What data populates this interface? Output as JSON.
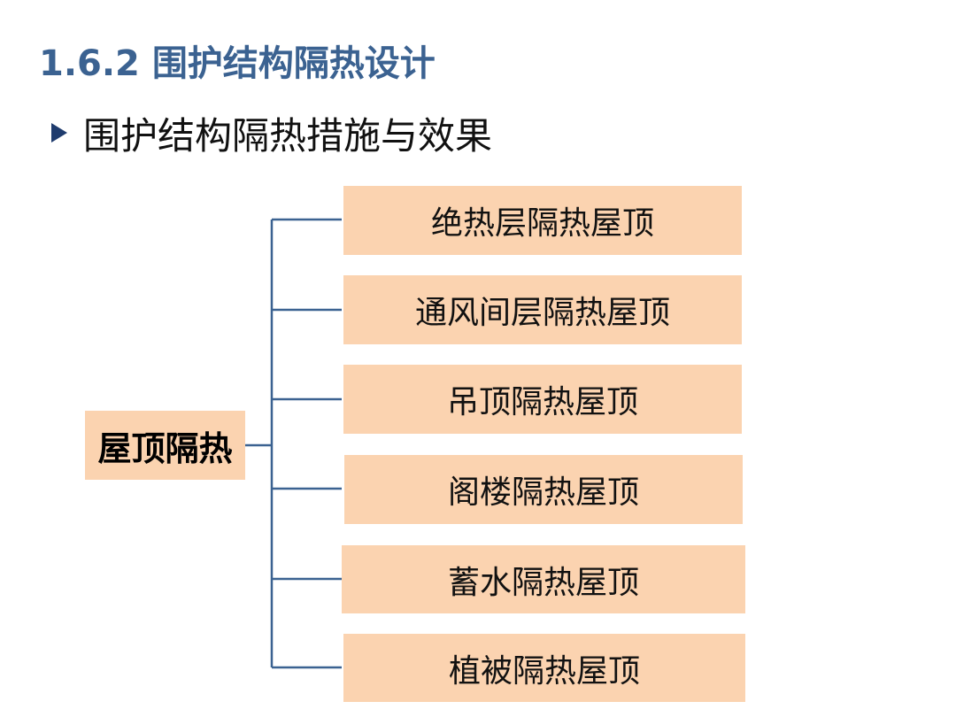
{
  "slide": {
    "title": "1.6.2 围护结构隔热设计",
    "subtitle": "围护结构隔热措施与效果"
  },
  "diagram": {
    "root": "屋顶隔热",
    "branches": [
      "绝热层隔热屋顶",
      "通风间层隔热屋顶",
      "吊顶隔热屋顶",
      "阁楼隔热屋顶",
      "蓄水隔热屋顶",
      "植被隔热屋顶"
    ]
  },
  "colors": {
    "title": "#3b6291",
    "box_fill": "#fbd3b0",
    "connector": "#3b6291",
    "bullet": "#1f3c6e"
  }
}
